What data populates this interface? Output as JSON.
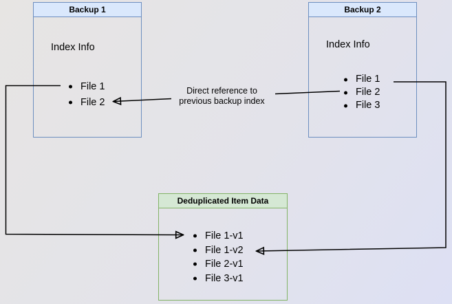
{
  "colors": {
    "blue-fill": "#dae8fc",
    "blue-border": "#6c8ebf",
    "green-fill": "#d5e8d4",
    "green-border": "#82b366",
    "line": "#000000",
    "bg-start": "#e7e5e3",
    "bg-mid": "#e3e3ea",
    "bg-end": "#dde0f4"
  },
  "boxes": {
    "backup1": {
      "title": "Backup 1",
      "subtitle": "Index Info",
      "items": [
        "File 1",
        "File 2"
      ]
    },
    "backup2": {
      "title": "Backup 2",
      "subtitle": "Index Info",
      "items": [
        "File 1",
        "File 2",
        "File 3"
      ]
    },
    "dedup": {
      "title": "Deduplicated Item Data",
      "items": [
        "File 1-v1",
        "File 1-v2",
        "File 2-v1",
        "File 3-v1"
      ]
    }
  },
  "annotations": {
    "direct_reference_line1": "Direct reference to",
    "direct_reference_line2": "previous backup index"
  }
}
